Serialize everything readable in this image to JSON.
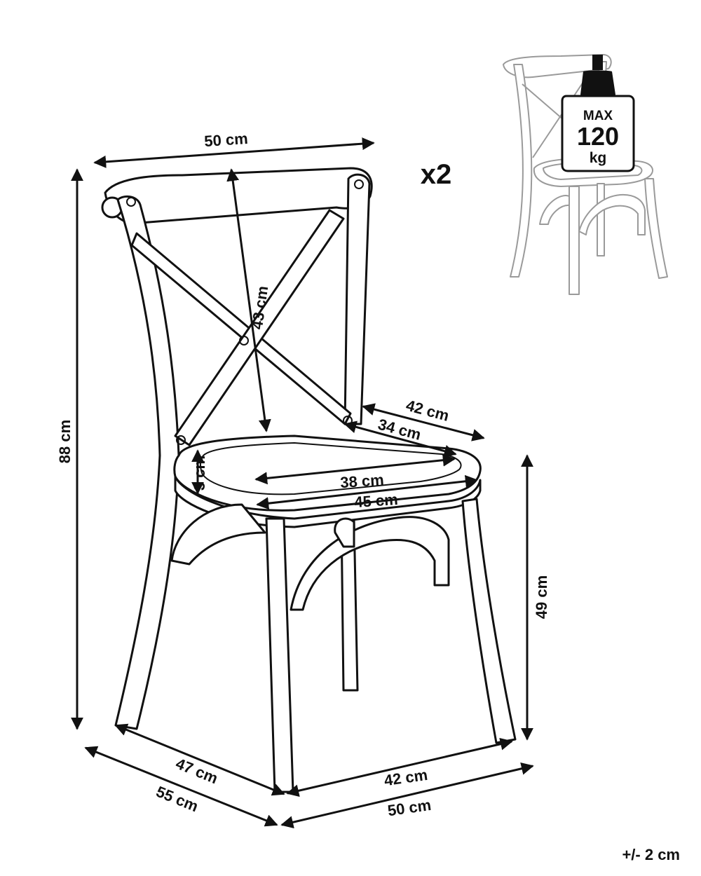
{
  "dimensions": {
    "backrest_width": "50 cm",
    "backrest_height": "43 cm",
    "total_height": "88 cm",
    "seat_depth_outer": "42 cm",
    "seat_depth_inner": "34 cm",
    "seat_width_inner": "38 cm",
    "seat_width_outer": "45 cm",
    "seat_thickness": "3 cm",
    "seat_height": "49 cm",
    "base_depth_inner": "47 cm",
    "base_depth_outer": "55 cm",
    "base_width_inner": "42 cm",
    "base_width_outer": "50 cm"
  },
  "quantity_badge": "x2",
  "max_load": {
    "line1": "MAX",
    "line2": "120",
    "line3": "kg"
  },
  "tolerance": "+/- 2 cm"
}
